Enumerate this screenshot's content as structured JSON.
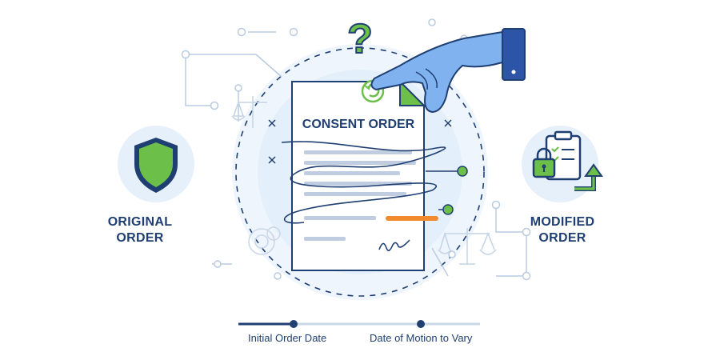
{
  "document": {
    "title": "CONSENT ORDER"
  },
  "left_panel": {
    "line1": "ORIGINAL",
    "line2": "ORDER",
    "icon": "shield-icon"
  },
  "right_panel": {
    "line1": "MODIFIED",
    "line2": "ORDER",
    "icon": "locked-clipboard-icon"
  },
  "question_mark": "?",
  "timeline": {
    "start_label": "Initial Order Date",
    "end_label": "Date of Motion to Vary"
  },
  "colors": {
    "navy": "#1f3f73",
    "green": "#6cc04a",
    "blue_glove": "#7fb2ee",
    "orange": "#f08a2c",
    "light_blue": "#e3effa"
  }
}
